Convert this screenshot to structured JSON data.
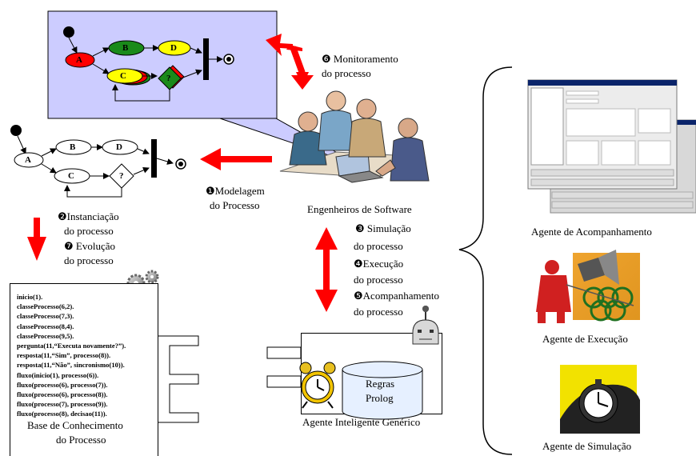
{
  "top_process": {
    "nodes": {
      "a": "A",
      "b": "B",
      "c": "C",
      "d": "D",
      "decision": "?"
    }
  },
  "left_process": {
    "nodes": {
      "a": "A",
      "b": "B",
      "c": "C",
      "d": "D",
      "decision": "?"
    }
  },
  "steps": {
    "s6_line1": "❻ Monitoramento",
    "s6_line2": "do processo",
    "s1_line1": "❶Modelagem",
    "s1_line2": "do Processo",
    "s2_line1": "❷Instanciação",
    "s2_line2": "do processo",
    "s7_line1": "❼ Evolução",
    "s7_line2": "do processo",
    "s3_line1": "❸ Simulação",
    "s3_line2": "do processo",
    "s4_line1": "❹Execução",
    "s4_line2": "do processo",
    "s5_line1": "❺Acompanhamento",
    "s5_line2": "do processo"
  },
  "labels": {
    "engineers": "Engenheiros de Software",
    "kb_line1": "Base de Conhecimento",
    "kb_line2": "do Processo",
    "generic_agent": "Agente Inteligente Genérico",
    "rules_line1": "Regras",
    "rules_line2": "Prolog",
    "agent_tracking": "Agente de Acompanhamento",
    "agent_execution": "Agente de Execução",
    "agent_simulation": "Agente de Simulação"
  },
  "kb_facts": [
    "inicio(1).",
    "classeProcesso(6,2).",
    "classeProcesso(7,3).",
    "classeProcesso(8,4).",
    "classeProcesso(9,5).",
    "pergunta(11,“Executa novamente?”).",
    "resposta(11,“Sim”, processo(8)).",
    "resposta(11,“Não”, sincronismo(10)).",
    "fluxo(inicio(1), processo(6)).",
    "fluxo(processo(6), processo(7)).",
    "fluxo(processo(6), processo(8)).",
    "fluxo(processo(7), processo(9)).",
    "fluxo(processo(8), decisao(11))."
  ],
  "colors": {
    "arrow_red": "#ff0000",
    "panel_lavender": "#ccccff",
    "node_red": "#ff0000",
    "node_green": "#1a8a1a",
    "node_yellow": "#ffff00"
  }
}
